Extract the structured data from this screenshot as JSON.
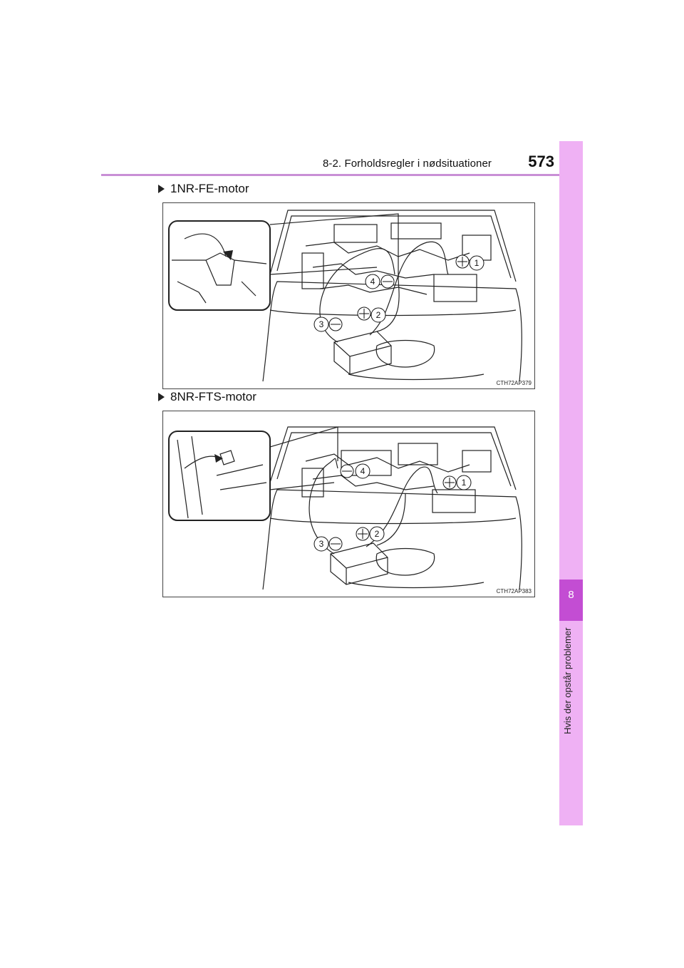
{
  "header": {
    "section_title": "8-2. Forholdsregler i nødsituationer",
    "page_number": "573"
  },
  "side_tab": {
    "chapter_number": "8",
    "chapter_title": "Hvis der opstår problemer"
  },
  "figures": [
    {
      "heading": "1NR-FE-motor",
      "code": "CTH72AP379",
      "callouts": [
        "1",
        "2",
        "3",
        "4"
      ]
    },
    {
      "heading": "8NR-FTS-motor",
      "code": "CTH72AP383",
      "callouts": [
        "1",
        "2",
        "3",
        "4"
      ]
    }
  ]
}
